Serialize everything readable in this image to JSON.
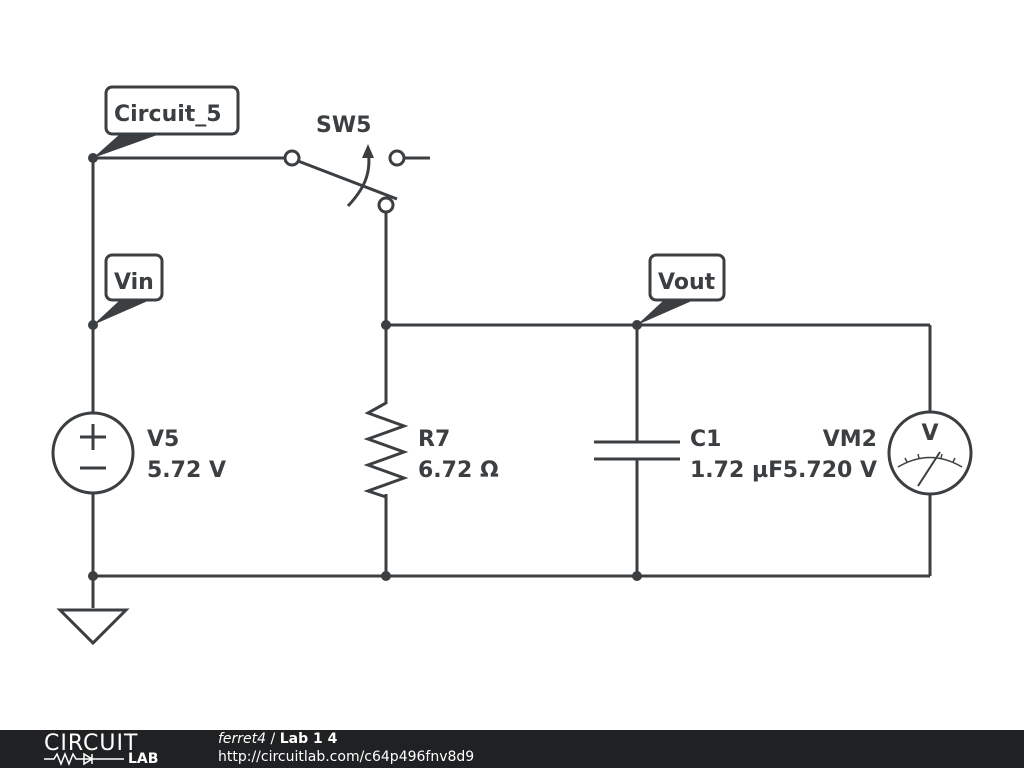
{
  "schematic": {
    "labels": {
      "circuit": "Circuit_5",
      "vin": "Vin",
      "vout": "Vout"
    },
    "switch": {
      "ref": "SW5"
    },
    "source": {
      "ref": "V5",
      "value": "5.72 V"
    },
    "resistor": {
      "ref": "R7",
      "value": "6.72 Ω"
    },
    "capacitor": {
      "ref": "C1",
      "value": "1.72 µF"
    },
    "voltmeter": {
      "ref": "VM2",
      "value": "5.720 V",
      "symbol": "V"
    },
    "colors": {
      "wire": "#3b3f42",
      "footer_bg": "#1f2123"
    }
  },
  "footer": {
    "logo_top": "CIRCUIT",
    "logo_bottom": "LAB",
    "user": "ferret4",
    "separator": " / ",
    "title": "Lab 1 4",
    "url": "http://circuitlab.com/c64p496fnv8d9"
  }
}
